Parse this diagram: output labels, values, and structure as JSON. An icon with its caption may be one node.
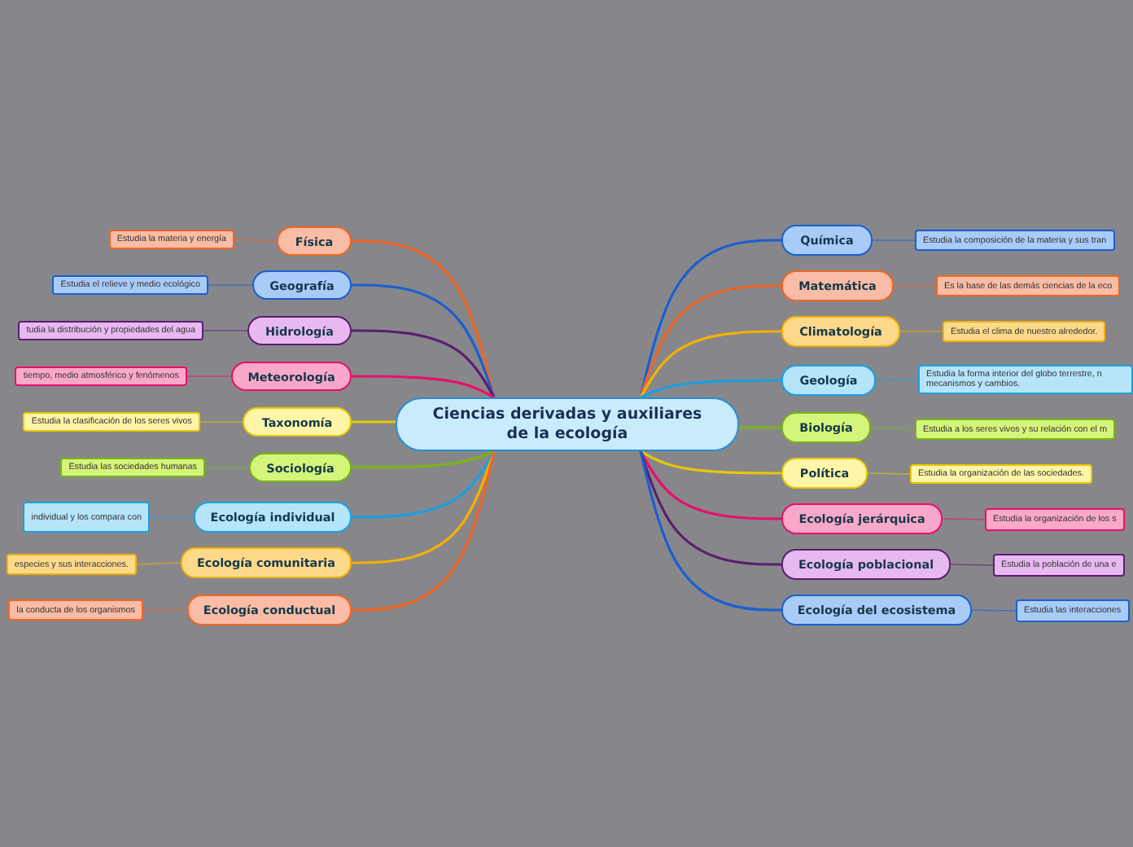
{
  "diagram": {
    "nodes": [
      {
        "text": [
          "Ciencias derivadas y auxiliares de la ecología"
        ]
      },
      {
        "text": [
          "Física"
        ]
      },
      {
        "text": [
          "Estudia la materia y energía"
        ]
      },
      {
        "text": [
          "Geografía"
        ]
      },
      {
        "text": [
          "Estudia el relieve y medio ecológico"
        ]
      },
      {
        "text": [
          "Hidrología"
        ]
      },
      {
        "text": [
          "tudia la distribución y propiedades del agua"
        ]
      },
      {
        "text": [
          "Meteorología"
        ]
      },
      {
        "text": [
          "tiempo, medio atmosférico y fenómenos"
        ]
      },
      {
        "text": [
          "Taxonomía"
        ]
      },
      {
        "text": [
          "Estudia la clasificación de los seres vivos"
        ]
      },
      {
        "text": [
          "Sociología"
        ]
      },
      {
        "text": [
          "Estudia las sociedades humanas"
        ]
      },
      {
        "text": [
          "Ecología individual"
        ]
      },
      {
        "text": [
          "individual y los compara con"
        ]
      },
      {
        "text": [
          "Ecología comunitaria"
        ]
      },
      {
        "text": [
          "especies y sus interacciones."
        ]
      },
      {
        "text": [
          "Ecología conductual"
        ]
      },
      {
        "text": [
          "la conducta de los organismos"
        ]
      },
      {
        "text": [
          "Química"
        ]
      },
      {
        "text": [
          "Estudia la composición de la materia y sus tran"
        ]
      },
      {
        "text": [
          "Matemática"
        ]
      },
      {
        "text": [
          "Es la base de las demás ciencias de la eco"
        ]
      },
      {
        "text": [
          "Climatología"
        ]
      },
      {
        "text": [
          "Estudia el clima de nuestro alrededor."
        ]
      },
      {
        "text": [
          "Geología"
        ]
      },
      {
        "text": [
          "Estudia la forma interior del globo terrestre, n mecanismos y cambios."
        ]
      },
      {
        "text": [
          "Biología"
        ]
      },
      {
        "text": [
          "Estudia a los seres vivos y su relación con el m"
        ]
      },
      {
        "text": [
          "Política"
        ]
      },
      {
        "text": [
          "Estudia la organización de las sociedades."
        ]
      },
      {
        "text": [
          "Ecología jerárquica"
        ]
      },
      {
        "text": [
          "Estudia la organización de los s"
        ]
      },
      {
        "text": [
          "Ecología poblacional"
        ]
      },
      {
        "text": [
          "Estudia la población de una e"
        ]
      },
      {
        "text": [
          "Ecología del ecosistema"
        ]
      },
      {
        "text": [
          "Estudia las interacciones"
        ]
      }
    ],
    "edges": [
      {
        "from": 0,
        "to": 1,
        "arrow": "none",
        "color": "#f26522"
      },
      {
        "from": 1,
        "to": 2,
        "arrow": "none",
        "color": "#f26522"
      },
      {
        "from": 0,
        "to": 3,
        "arrow": "none",
        "color": "#1a5fd0"
      },
      {
        "from": 3,
        "to": 4,
        "arrow": "none",
        "color": "#1a5fd0"
      },
      {
        "from": 0,
        "to": 5,
        "arrow": "none",
        "color": "#5c1e6e"
      },
      {
        "from": 5,
        "to": 6,
        "arrow": "none",
        "color": "#5c1e6e"
      },
      {
        "from": 0,
        "to": 7,
        "arrow": "none",
        "color": "#e8106a"
      },
      {
        "from": 7,
        "to": 8,
        "arrow": "none",
        "color": "#e8106a"
      },
      {
        "from": 0,
        "to": 9,
        "arrow": "none",
        "color": "#e8c800"
      },
      {
        "from": 9,
        "to": 10,
        "arrow": "none",
        "color": "#e8c800"
      },
      {
        "from": 0,
        "to": 11,
        "arrow": "none",
        "color": "#7ab317"
      },
      {
        "from": 11,
        "to": 12,
        "arrow": "none",
        "color": "#7ab317"
      },
      {
        "from": 0,
        "to": 13,
        "arrow": "none",
        "color": "#1aa0e0"
      },
      {
        "from": 13,
        "to": 14,
        "arrow": "none",
        "color": "#1aa0e0"
      },
      {
        "from": 0,
        "to": 15,
        "arrow": "none",
        "color": "#f5b000"
      },
      {
        "from": 15,
        "to": 16,
        "arrow": "none",
        "color": "#f5b000"
      },
      {
        "from": 0,
        "to": 17,
        "arrow": "none",
        "color": "#f26522"
      },
      {
        "from": 17,
        "to": 18,
        "arrow": "none",
        "color": "#f26522"
      },
      {
        "from": 0,
        "to": 19,
        "arrow": "none",
        "color": "#1a5fd0"
      },
      {
        "from": 19,
        "to": 20,
        "arrow": "none",
        "color": "#1a5fd0"
      },
      {
        "from": 0,
        "to": 21,
        "arrow": "none",
        "color": "#f26522"
      },
      {
        "from": 21,
        "to": 22,
        "arrow": "none",
        "color": "#f26522"
      },
      {
        "from": 0,
        "to": 23,
        "arrow": "none",
        "color": "#f5b000"
      },
      {
        "from": 23,
        "to": 24,
        "arrow": "none",
        "color": "#f5b000"
      },
      {
        "from": 0,
        "to": 25,
        "arrow": "none",
        "color": "#1aa0e0"
      },
      {
        "from": 25,
        "to": 26,
        "arrow": "none",
        "color": "#1aa0e0"
      },
      {
        "from": 0,
        "to": 27,
        "arrow": "none",
        "color": "#7ab317"
      },
      {
        "from": 27,
        "to": 28,
        "arrow": "none",
        "color": "#7ab317"
      },
      {
        "from": 0,
        "to": 29,
        "arrow": "none",
        "color": "#e8c800"
      },
      {
        "from": 29,
        "to": 30,
        "arrow": "none",
        "color": "#e8c800"
      },
      {
        "from": 0,
        "to": 31,
        "arrow": "none",
        "color": "#e8106a"
      },
      {
        "from": 31,
        "to": 32,
        "arrow": "none",
        "color": "#e8106a"
      },
      {
        "from": 0,
        "to": 33,
        "arrow": "none",
        "color": "#5c1e6e"
      },
      {
        "from": 33,
        "to": 34,
        "arrow": "none",
        "color": "#5c1e6e"
      },
      {
        "from": 0,
        "to": 35,
        "arrow": "none",
        "color": "#1a5fd0"
      },
      {
        "from": 35,
        "to": 36,
        "arrow": "none",
        "color": "#1a5fd0"
      }
    ]
  }
}
